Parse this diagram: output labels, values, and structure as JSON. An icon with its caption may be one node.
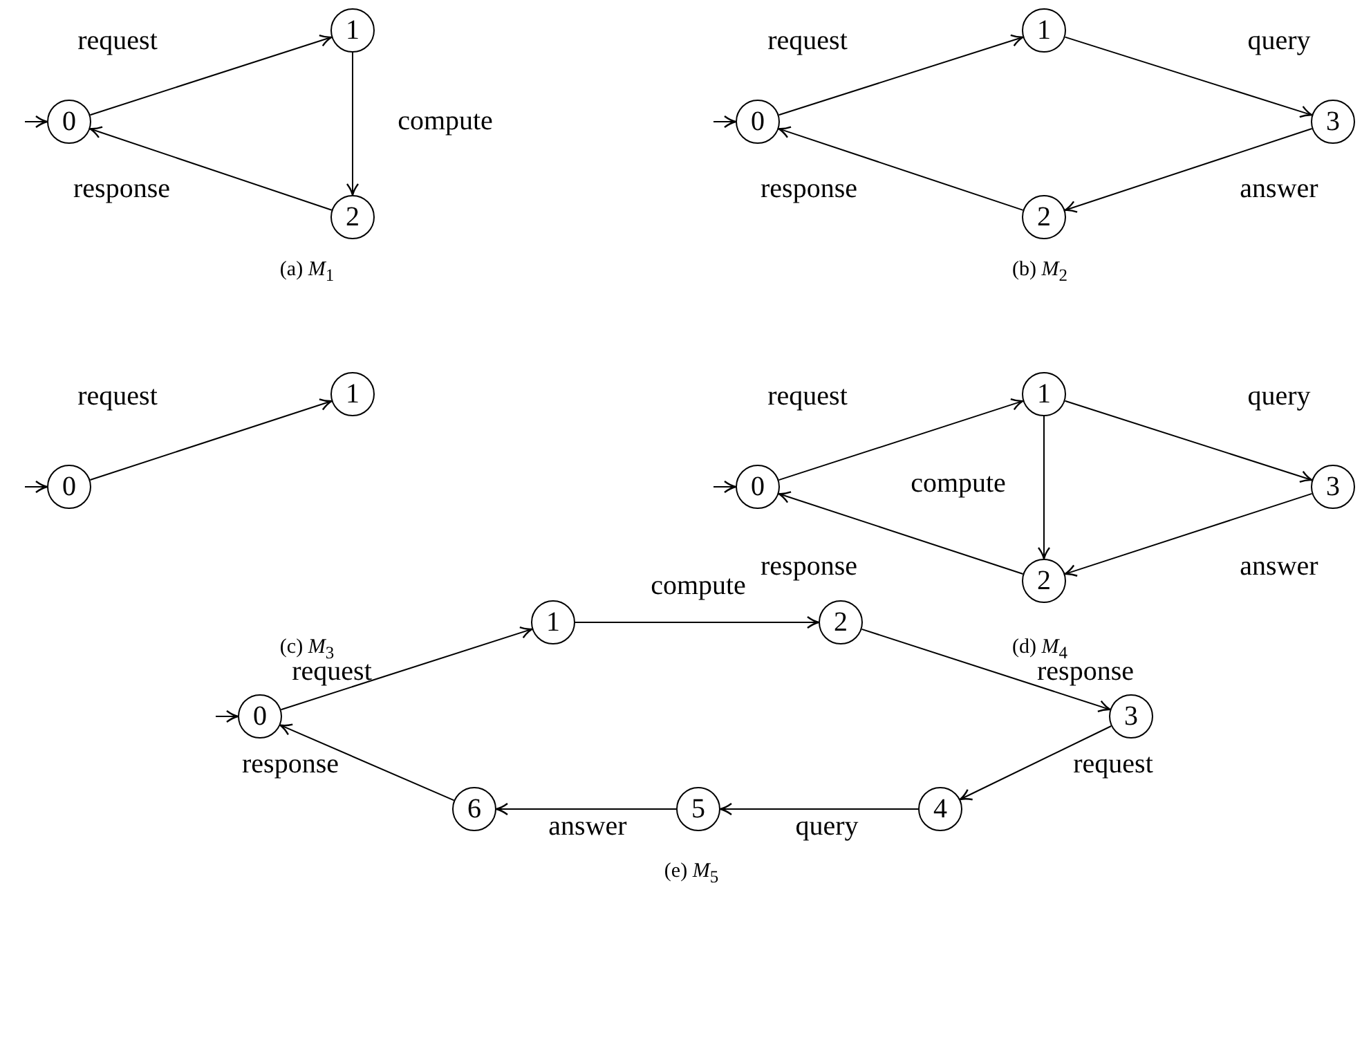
{
  "diagram": {
    "nodes": [
      {
        "text": [
          "0"
        ]
      },
      {
        "text": [
          "1"
        ]
      },
      {
        "text": [
          "2"
        ]
      },
      {
        "text": [
          "0"
        ]
      },
      {
        "text": [
          "1"
        ]
      },
      {
        "text": [
          "2"
        ]
      },
      {
        "text": [
          "3"
        ]
      },
      {
        "text": [
          "0"
        ]
      },
      {
        "text": [
          "1"
        ]
      },
      {
        "text": [
          "0"
        ]
      },
      {
        "text": [
          "1"
        ]
      },
      {
        "text": [
          "2"
        ]
      },
      {
        "text": [
          "3"
        ]
      },
      {
        "text": [
          "0"
        ]
      },
      {
        "text": [
          "1"
        ]
      },
      {
        "text": [
          "2"
        ]
      },
      {
        "text": [
          "3"
        ]
      },
      {
        "text": [
          "4"
        ]
      },
      {
        "text": [
          "5"
        ]
      },
      {
        "text": [
          "6"
        ]
      }
    ],
    "edges": [
      {
        "from": null,
        "to": 0,
        "arrow": "to"
      },
      {
        "from": 0,
        "to": 1,
        "arrow": "to",
        "label": "request"
      },
      {
        "from": 1,
        "to": 2,
        "arrow": "to",
        "label": "compute"
      },
      {
        "from": 2,
        "to": 0,
        "arrow": "to",
        "label": "response"
      },
      {
        "from": null,
        "to": 3,
        "arrow": "to"
      },
      {
        "from": 3,
        "to": 4,
        "arrow": "to",
        "label": "request"
      },
      {
        "from": 4,
        "to": 6,
        "arrow": "to",
        "label": "query"
      },
      {
        "from": 6,
        "to": 5,
        "arrow": "to",
        "label": "answer"
      },
      {
        "from": 5,
        "to": 3,
        "arrow": "to",
        "label": "response"
      },
      {
        "from": null,
        "to": 7,
        "arrow": "to"
      },
      {
        "from": 7,
        "to": 8,
        "arrow": "to",
        "label": "request"
      },
      {
        "from": null,
        "to": 9,
        "arrow": "to"
      },
      {
        "from": 9,
        "to": 10,
        "arrow": "to",
        "label": "request"
      },
      {
        "from": 10,
        "to": 12,
        "arrow": "to",
        "label": "query"
      },
      {
        "from": 10,
        "to": 11,
        "arrow": "to",
        "label": "compute"
      },
      {
        "from": 12,
        "to": 11,
        "arrow": "to",
        "label": "answer"
      },
      {
        "from": 11,
        "to": 9,
        "arrow": "to",
        "label": "response"
      },
      {
        "from": null,
        "to": 13,
        "arrow": "to"
      },
      {
        "from": 13,
        "to": 14,
        "arrow": "to",
        "label": "request"
      },
      {
        "from": 14,
        "to": 15,
        "arrow": "to",
        "label": "compute"
      },
      {
        "from": 15,
        "to": 16,
        "arrow": "to",
        "label": "response"
      },
      {
        "from": 16,
        "to": 17,
        "arrow": "to",
        "label": "request"
      },
      {
        "from": 17,
        "to": 18,
        "arrow": "to",
        "label": "query"
      },
      {
        "from": 18,
        "to": 19,
        "arrow": "to",
        "label": "answer"
      },
      {
        "from": 19,
        "to": 13,
        "arrow": "to",
        "label": "response"
      }
    ],
    "labels": [
      "(a) *M*$_{1}$",
      "(b) *M*$_{2}$",
      "(c) *M*$_{3}$",
      "(d) *M*$_{4}$",
      "(e) *M*$_{5}$"
    ]
  }
}
